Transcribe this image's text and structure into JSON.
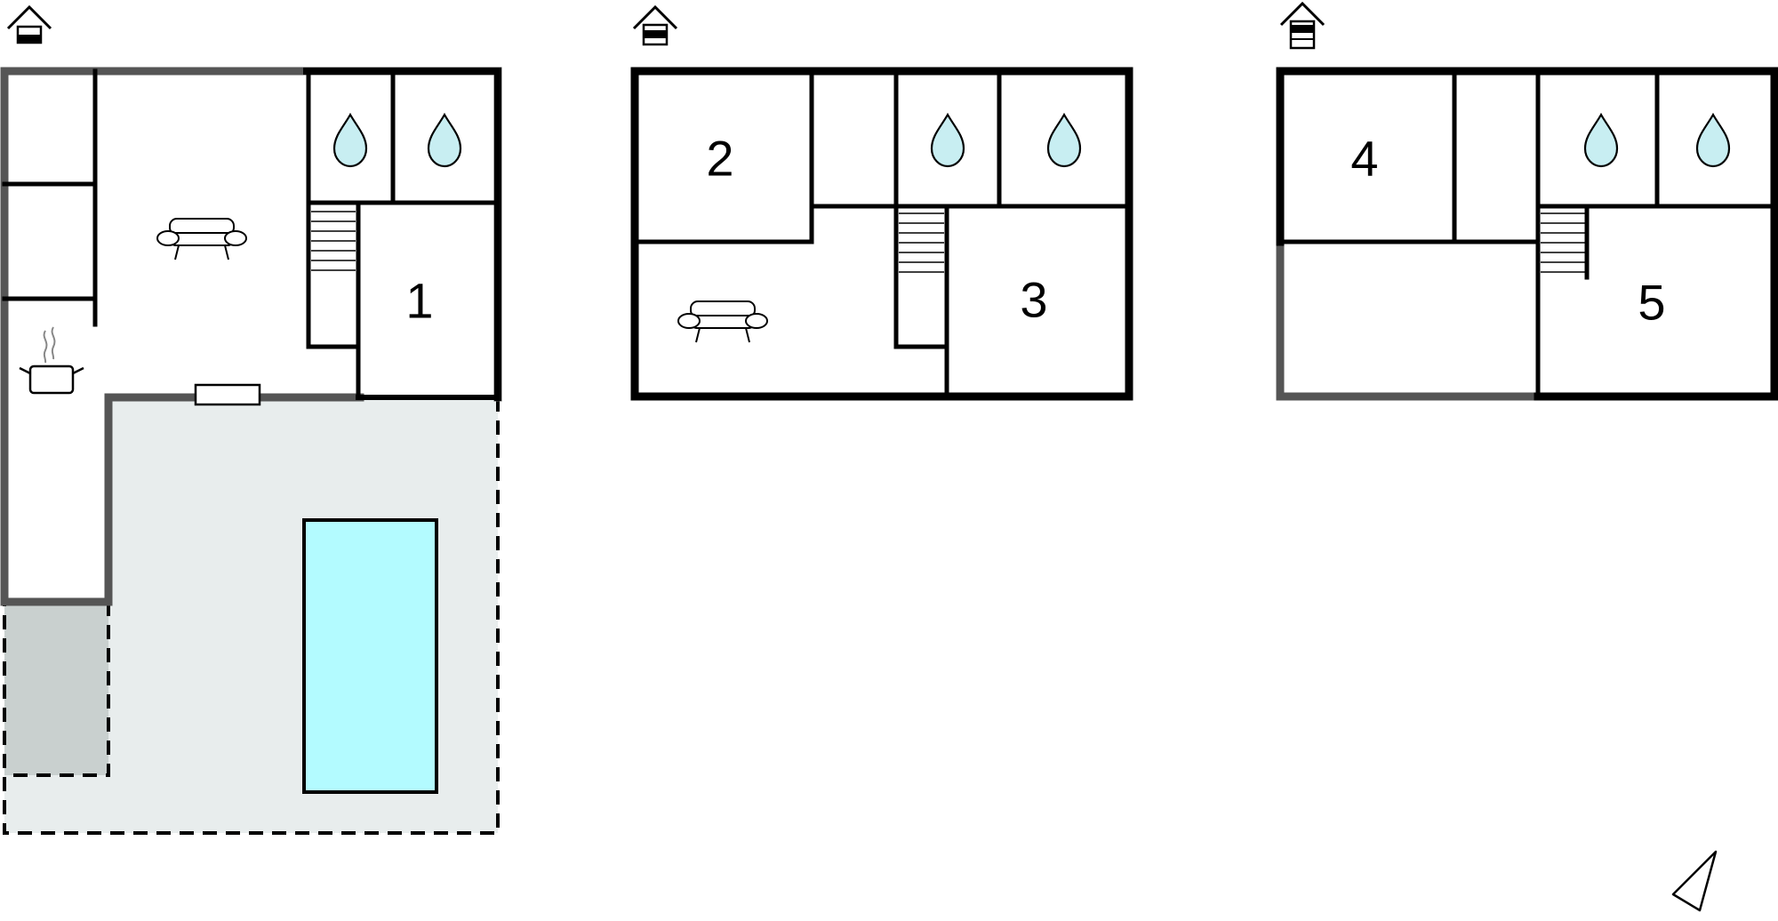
{
  "floors": [
    {
      "name": "ground-floor",
      "level_icon": "house-level-ground-icon",
      "rooms": [
        {
          "number": "1"
        }
      ]
    },
    {
      "name": "first-floor",
      "level_icon": "house-level-first-icon",
      "rooms": [
        {
          "number": "2"
        },
        {
          "number": "3"
        }
      ]
    },
    {
      "name": "second-floor",
      "level_icon": "house-level-second-icon",
      "rooms": [
        {
          "number": "4"
        },
        {
          "number": "5"
        }
      ]
    }
  ],
  "icons": {
    "bathroom": "water-drop-icon",
    "living": "sofa-icon",
    "kitchen": "cooking-pot-icon",
    "stairs": "stairs-icon",
    "pool": "swimming-pool",
    "terrace": "terrace-area",
    "compass": "north-arrow-icon"
  },
  "colors": {
    "wall": "#000000",
    "wall_outer_grey": "#555555",
    "water_drop": "#c8eef2",
    "pool": "#b3fbff",
    "terrace": "#e8eded",
    "covered_area": "#c9d0cf"
  }
}
